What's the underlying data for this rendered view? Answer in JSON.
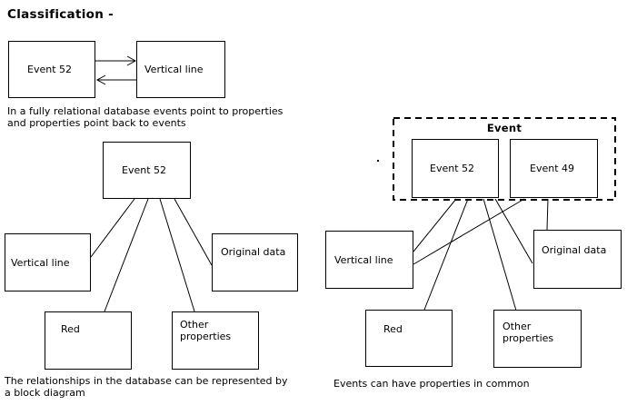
{
  "title": "Classification -",
  "colors": {
    "background": "#ffffff",
    "ink": "#000000"
  },
  "diagram_relational": {
    "event52_label": "Event 52",
    "vertical_line_label": "Vertical line",
    "caption": "In a fully relational database events point to properties\nand properties point back to events",
    "connections": [
      {
        "from": "Event 52",
        "to": "Vertical line",
        "type": "arrow"
      },
      {
        "from": "Vertical line",
        "to": "Event 52",
        "type": "arrow"
      }
    ]
  },
  "diagram_block": {
    "event52_label": "Event 52",
    "vertical_line_label": "Vertical line",
    "original_data_label": "Original data",
    "red_label": "Red",
    "other_properties_label": "Other\nproperties",
    "caption": "The relationships in the database can be represented by\na block diagram",
    "connections": [
      {
        "from": "Event 52",
        "to": "Vertical line"
      },
      {
        "from": "Event 52",
        "to": "Red"
      },
      {
        "from": "Event 52",
        "to": "Other properties"
      },
      {
        "from": "Event 52",
        "to": "Original data"
      }
    ]
  },
  "diagram_common": {
    "group_label": "Event",
    "event52_label": "Event 52",
    "event49_label": "Event 49",
    "vertical_line_label": "Vertical line",
    "original_data_label": "Original data",
    "red_label": "Red",
    "other_properties_label": "Other\nproperties",
    "caption": "Events can have properties in common",
    "connections": [
      {
        "from": "Event 52",
        "to": "Vertical line"
      },
      {
        "from": "Event 52",
        "to": "Red"
      },
      {
        "from": "Event 52",
        "to": "Other properties"
      },
      {
        "from": "Event 52",
        "to": "Original data"
      },
      {
        "from": "Event 49",
        "to": "Vertical line"
      },
      {
        "from": "Event 49",
        "to": "Original data"
      }
    ]
  }
}
